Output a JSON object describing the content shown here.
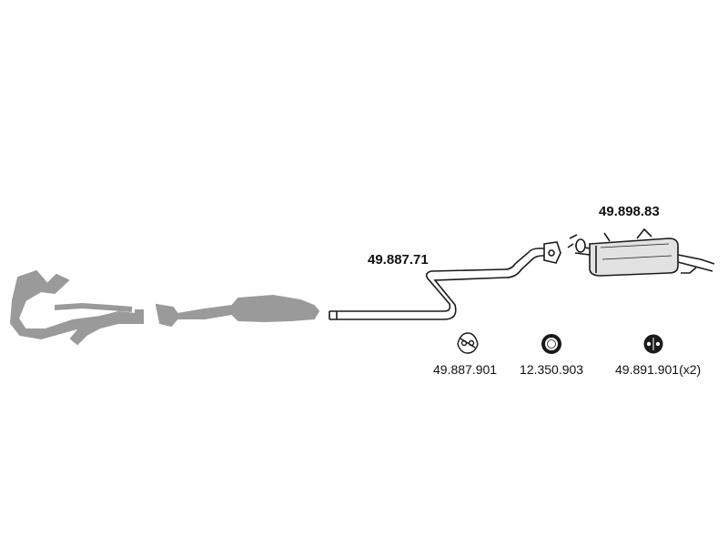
{
  "colors": {
    "background": "#ffffff",
    "grey_parts": "#9a9a9a",
    "outline": "#1a1a1a",
    "muffler_fill": "#e2e2e2"
  },
  "parts": {
    "middle_pipe": {
      "number": "49.887.71"
    },
    "rear_silencer": {
      "number": "49.898.83"
    },
    "hanger_a": {
      "number": "49.887.901"
    },
    "seal_ring": {
      "number": "12.350.903"
    },
    "hanger_b": {
      "number": "49.891.901(x2)"
    }
  }
}
